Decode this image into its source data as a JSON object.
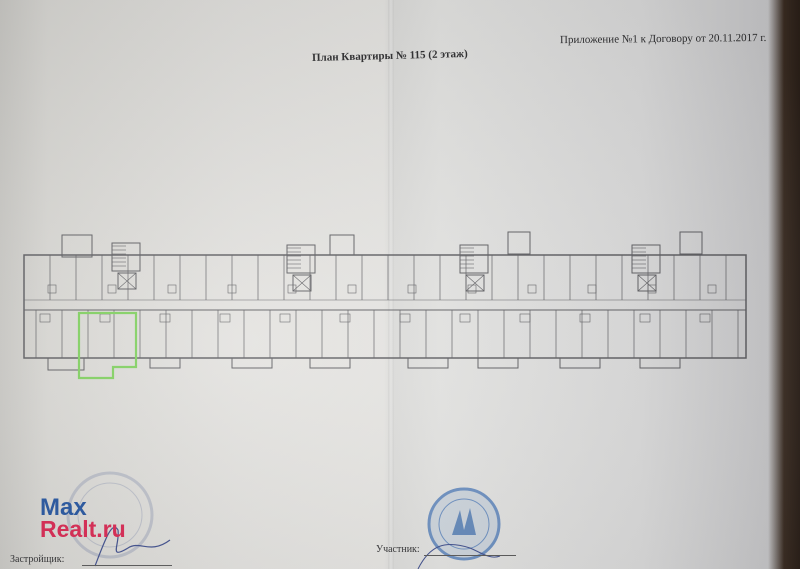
{
  "document": {
    "title": "План Квартиры № 115 (2 этаж)",
    "appendix": "Приложение №1 к Договору от 20.11.2017 г.",
    "builder_label": "Застройщик:",
    "member_label": "Участник:"
  },
  "floor_plan": {
    "highlight_color": "#7ccf5a",
    "highlighted_apartment": "115"
  },
  "watermark": {
    "line1": "Max",
    "line2": "Realt.ru",
    "color1": "#1d4f9c",
    "color2": "#d8204c"
  }
}
